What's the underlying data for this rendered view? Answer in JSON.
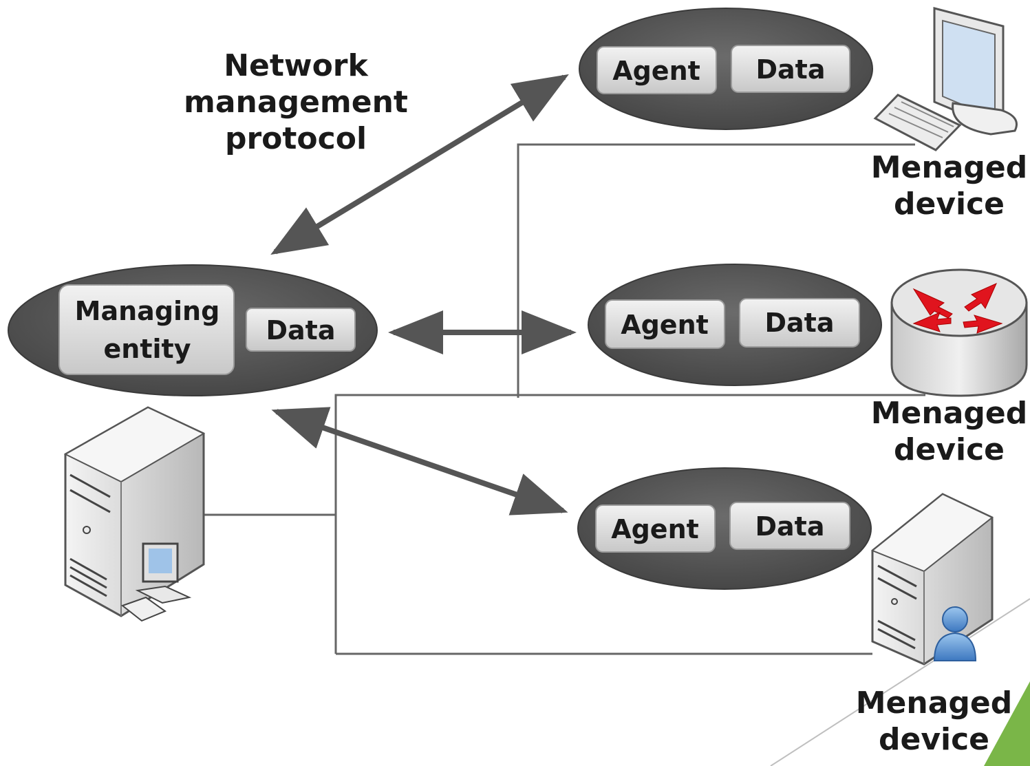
{
  "protocol_label": [
    "Network",
    "management",
    "protocol"
  ],
  "managing_node": {
    "entity_label": [
      "Managing",
      "entity"
    ],
    "data_label": "Data"
  },
  "agents": [
    {
      "agent_label": "Agent",
      "data_label": "Data",
      "device_label": [
        "Menaged",
        "device"
      ],
      "device_icon": "desktop-computer-icon"
    },
    {
      "agent_label": "Agent",
      "data_label": "Data",
      "device_label": [
        "Menaged",
        "device"
      ],
      "device_icon": "router-icon"
    },
    {
      "agent_label": "Agent",
      "data_label": "Data",
      "device_label": [
        "Menaged",
        "device"
      ],
      "device_icon": "user-server-icon"
    }
  ],
  "manager_icon": "server-with-workstation-icon",
  "colors": {
    "node_fill": "#595959",
    "box_fill": "#d9d9d9",
    "arrow": "#555555",
    "line": "#666666",
    "router_arrow": "#e0141e",
    "accent": "#7ab648"
  }
}
